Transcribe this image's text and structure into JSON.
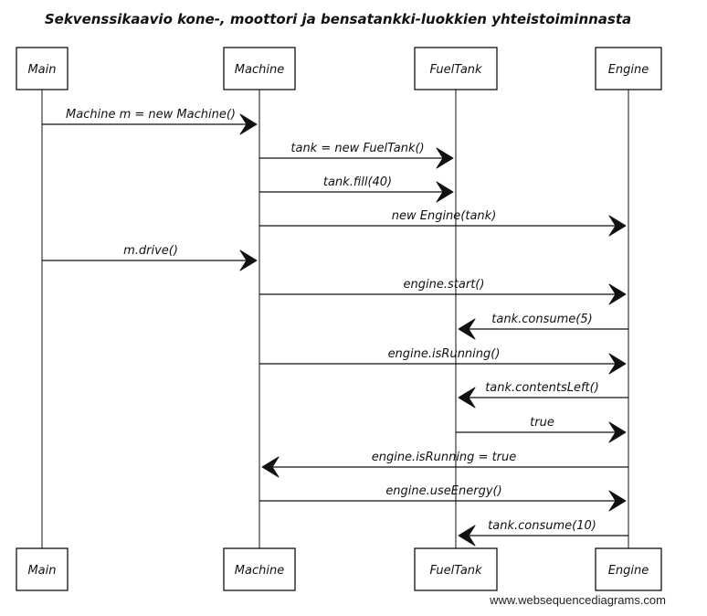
{
  "title": "Sekvenssikaavio kone-, moottori ja bensatankki-luokkien yhteistoiminnasta",
  "actors": [
    {
      "id": "main",
      "label": "Main"
    },
    {
      "id": "machine",
      "label": "Machine"
    },
    {
      "id": "fueltank",
      "label": "FuelTank"
    },
    {
      "id": "engine",
      "label": "Engine"
    }
  ],
  "messages": [
    {
      "from": "main",
      "to": "machine",
      "label": "Machine m = new Machine()"
    },
    {
      "from": "machine",
      "to": "fueltank",
      "label": "tank = new FuelTank()"
    },
    {
      "from": "machine",
      "to": "fueltank",
      "label": "tank.fill(40)"
    },
    {
      "from": "machine",
      "to": "engine",
      "label": "new Engine(tank)"
    },
    {
      "from": "main",
      "to": "machine",
      "label": "m.drive()"
    },
    {
      "from": "machine",
      "to": "engine",
      "label": "engine.start()"
    },
    {
      "from": "engine",
      "to": "fueltank",
      "label": "tank.consume(5)"
    },
    {
      "from": "machine",
      "to": "engine",
      "label": "engine.isRunning()"
    },
    {
      "from": "engine",
      "to": "fueltank",
      "label": "tank.contentsLeft()"
    },
    {
      "from": "fueltank",
      "to": "engine",
      "label": "true"
    },
    {
      "from": "engine",
      "to": "machine",
      "label": "engine.isRunning = true"
    },
    {
      "from": "machine",
      "to": "engine",
      "label": "engine.useEnergy()"
    },
    {
      "from": "engine",
      "to": "fueltank",
      "label": "tank.consume(10)"
    }
  ],
  "footer": "www.websequencediagrams.com"
}
